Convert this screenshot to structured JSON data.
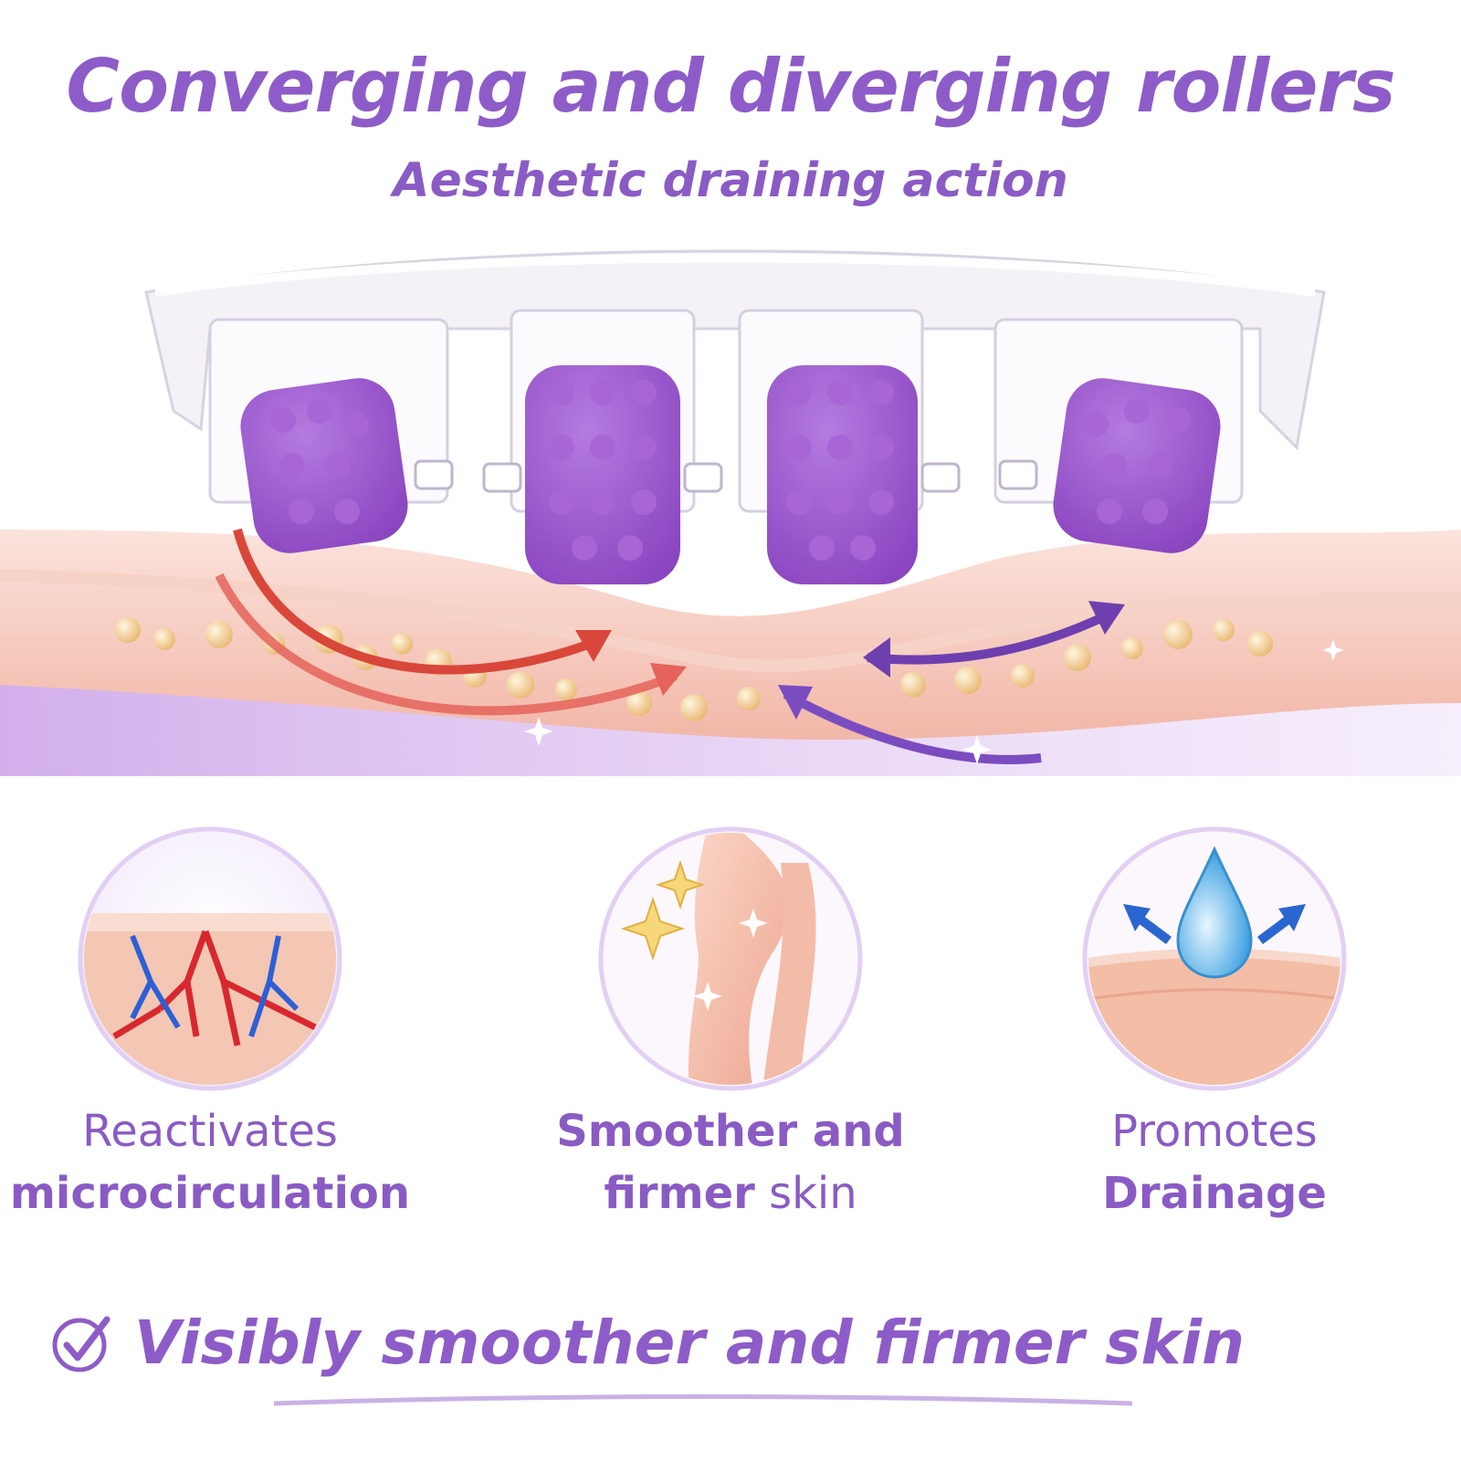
{
  "header": {
    "title": "Converging and diverging rollers",
    "subtitle": "Aesthetic draining action"
  },
  "features": [
    {
      "line1": "Reactivates",
      "line2": "microcirculation",
      "icon": "microcirculation-illustration"
    },
    {
      "line1": "Smoother and",
      "line2_bold": "firmer",
      "line2_rest": " skin",
      "icon": "leg-sparkle-illustration"
    },
    {
      "line1": "Promotes",
      "line2": "Drainage",
      "icon": "water-drop-illustration"
    }
  ],
  "tagline": {
    "text": "Visibly smoother and firmer skin",
    "icon": "check-circle-icon"
  },
  "colors": {
    "brand_purple": "#8e5cc8",
    "roller_purple": "#9b59c9",
    "skin_pink": "#f2b7a8",
    "fat_yellow": "#f0c890",
    "arrow_red": "#d9473a",
    "arrow_purple": "#6f3fb0"
  }
}
